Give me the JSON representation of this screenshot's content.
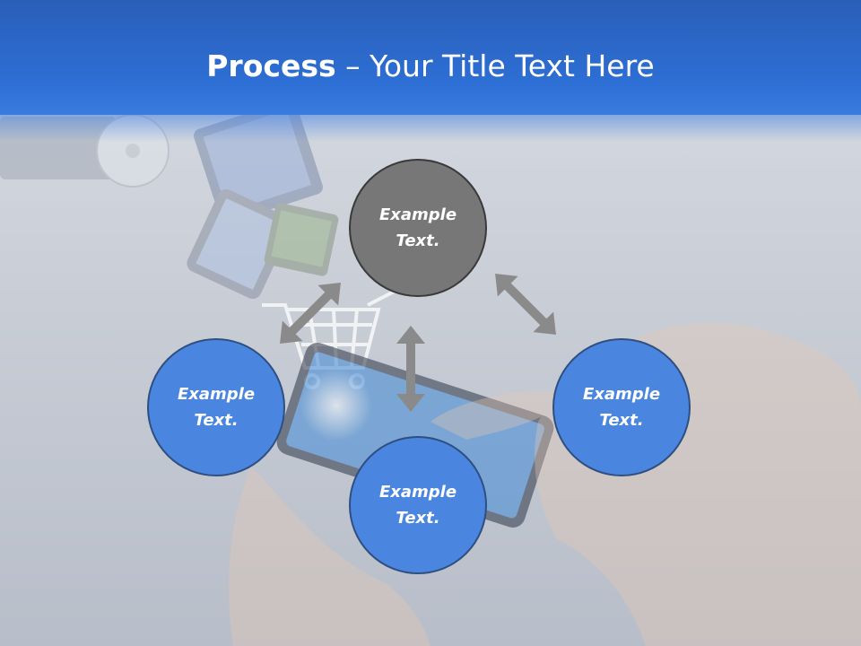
{
  "slide": {
    "title_bold": "Process",
    "title_rest": " – Your Title Text Here"
  },
  "nodes": {
    "top": {
      "label_line1": "Example",
      "label_line2": "Text."
    },
    "left": {
      "label_line1": "Example",
      "label_line2": "Text."
    },
    "bottom": {
      "label_line1": "Example",
      "label_line2": "Text."
    },
    "right": {
      "label_line1": "Example",
      "label_line2": "Text."
    }
  },
  "colors": {
    "header": "#2d6ed4",
    "node_blue": "#4a86e0",
    "node_gray": "#777777",
    "arrow": "#8a8a8a"
  }
}
